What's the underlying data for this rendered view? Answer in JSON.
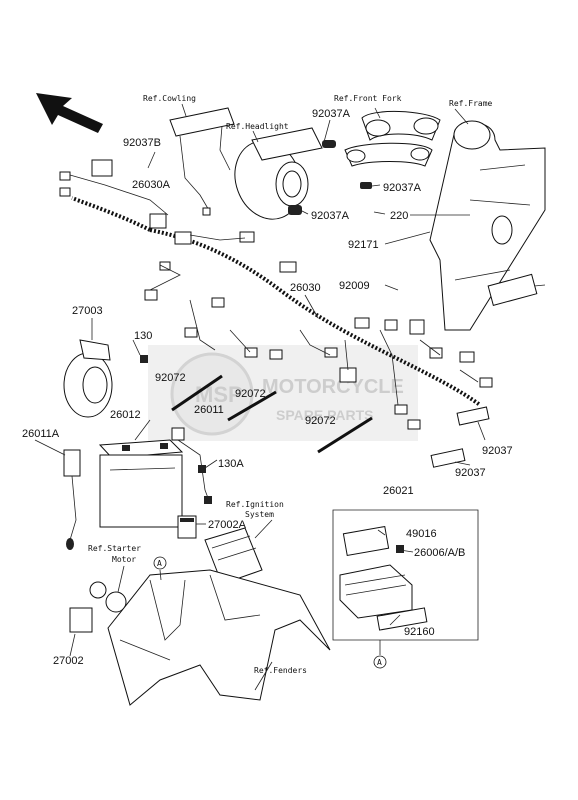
{
  "diagram": {
    "refs": {
      "cowling": "Ref.Cowling",
      "headlight": "Ref.Headlight",
      "front_fork": "Ref.Front Fork",
      "frame": "Ref.Frame",
      "ignition": "Ref.Ignition System",
      "starter": "Ref.Starter Motor",
      "fenders": "Ref.Fenders"
    },
    "parts": {
      "p92037B": "92037B",
      "p92037A_top": "92037A",
      "p26030A": "26030A",
      "p92037A_mid": "92037A",
      "p92037A_right": "92037A",
      "p220": "220",
      "p92171": "92171",
      "p92009": "92009",
      "p26030": "26030",
      "p27003": "27003",
      "p130": "130",
      "p92072_a": "92072",
      "p92072_b": "92072",
      "p92072_c": "92072",
      "p26011": "26011",
      "p26012": "26012",
      "p26011A": "26011A",
      "p130A": "130A",
      "p92037_a": "92037",
      "p92037_b": "92037",
      "p26021": "26021",
      "p49016": "49016",
      "p26006": "26006/A/B",
      "p92160": "92160",
      "p27002A": "27002A",
      "p27002": "27002",
      "callout_a1": "A",
      "callout_a2": "A"
    },
    "watermark": {
      "brand": "MOTORCYCLE",
      "sub": "SPARE PARTS"
    }
  }
}
